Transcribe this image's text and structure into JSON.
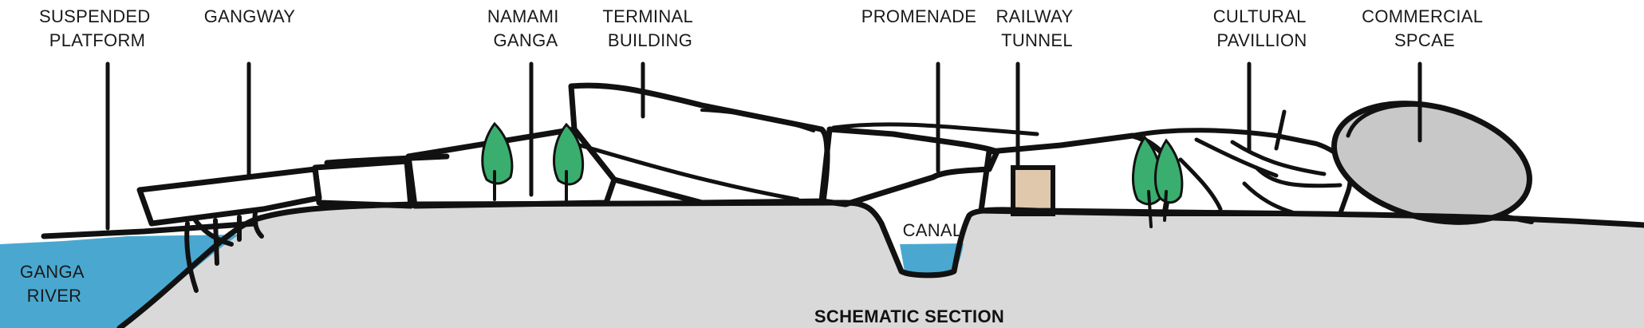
{
  "labels": {
    "suspended_platform": [
      "SUSPENDED",
      "PLATFORM"
    ],
    "gangway": [
      "GANGWAY"
    ],
    "namami_ganga": [
      "NAMAMI",
      "GANGA"
    ],
    "terminal_building": [
      "TERMINAL",
      "BUILDING"
    ],
    "promenade": [
      "PROMENADE"
    ],
    "railway_tunnel": [
      "RAILWAY",
      "TUNNEL"
    ],
    "cultural_pavillion": [
      "CULTURAL",
      "PAVILLION"
    ],
    "commercial_spcae": [
      "COMMERCIAL",
      "SPCAE"
    ],
    "ganga_river": [
      "GANGA",
      "RIVER"
    ],
    "canal": "CANAL",
    "caption": "SCHEMATIC SECTION"
  },
  "colors": {
    "ground": "#d9d9d9",
    "water": "#4aa8d0",
    "terminal": "#f2898e",
    "tree": "#3aae6e",
    "tunnel": "#e0c8ad",
    "commercial": "#c8c8c8",
    "ink": "#111111"
  },
  "icons": {
    "trees": "tree-icon"
  }
}
